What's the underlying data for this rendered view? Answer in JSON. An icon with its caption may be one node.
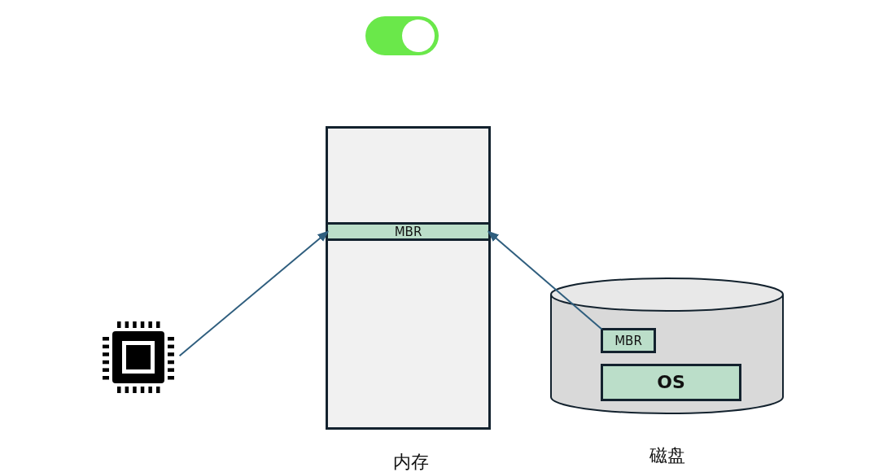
{
  "diagram": {
    "nodes": [
      {
        "text": [
          "内存"
        ]
      },
      {
        "text": [
          "MBR"
        ],
        "in": 0
      },
      {
        "text": [
          "磁盘"
        ]
      },
      {
        "text": [
          "MBR"
        ],
        "in": 2
      },
      {
        "text": [
          "OS"
        ],
        "in": 2
      },
      {
        "text": [],
        "shape": "picture"
      }
    ],
    "edges": [
      {
        "from": 5,
        "to": 1,
        "arrow": "to"
      },
      {
        "from": 3,
        "to": 1,
        "arrow": "to"
      }
    ]
  }
}
